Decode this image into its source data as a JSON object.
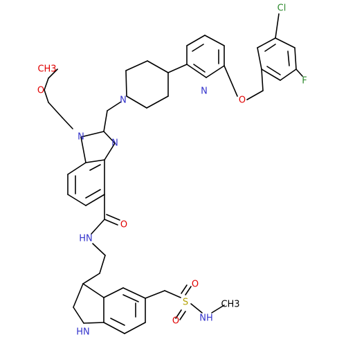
{
  "colors": {
    "bond": "#000000",
    "carbon": "#000000",
    "nitrogen": "#3333cc",
    "oxygen": "#e00000",
    "sulfur": "#b3a100",
    "halogen": "#2d8a2d"
  },
  "labels": {
    "methyl_top": "CH3",
    "ether_o": "O",
    "benzimidazole_n1": "N",
    "benzimidazole_n3": "N",
    "piperidine_n": "N",
    "pyridine_n": "N",
    "benzyl_o": "O",
    "chloro": "Cl",
    "fluoro": "F",
    "carbonyl_o": "O",
    "amide_nh": "HN",
    "indole_nh": "HN",
    "sulfonyl_s": "S",
    "sulfonyl_o_top": "O",
    "sulfonyl_o_bottom": "O",
    "sulfonamide_nh": "NH",
    "methyl_bottom": "CH3"
  }
}
